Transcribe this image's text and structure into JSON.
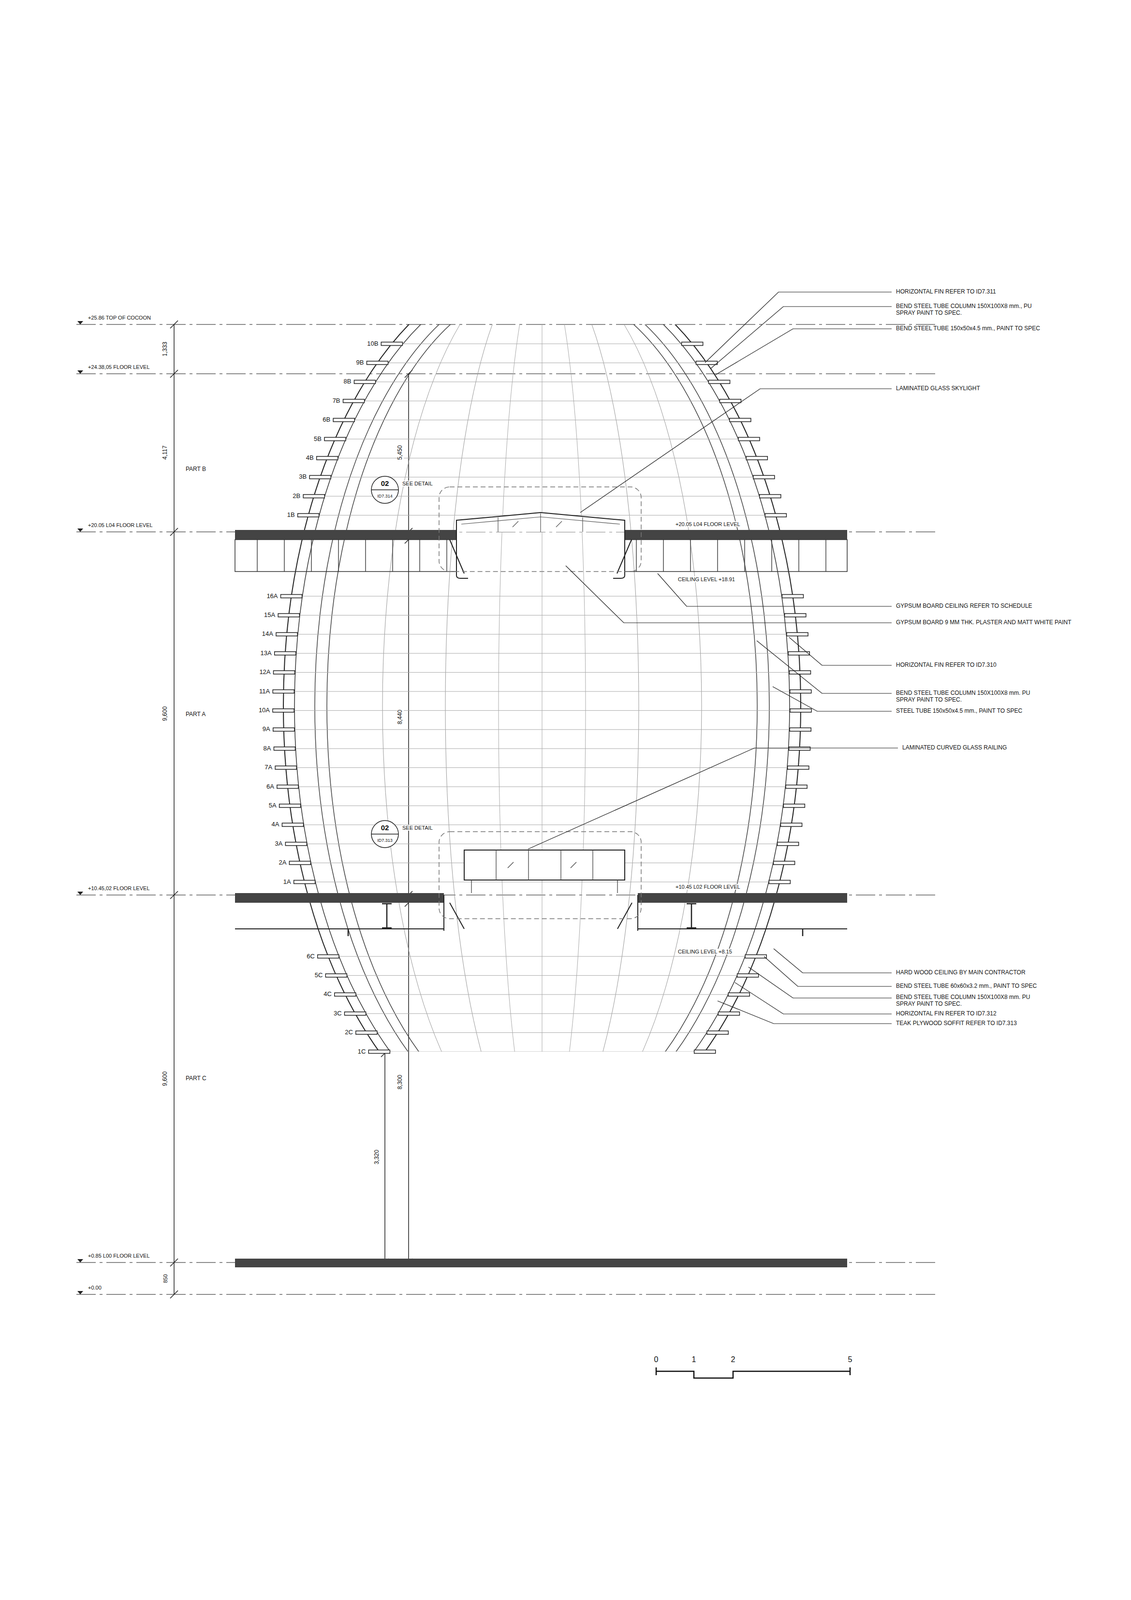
{
  "diagram": {
    "labels": [
      "+25.86 TOP OF COCOON",
      "1,333",
      "+24.38,05 FLOOR LEVEL",
      "4,117",
      "PART B",
      "+20.05 L04 FLOOR LEVEL",
      "9,600",
      "PART A",
      "+10.45,02 FLOOR LEVEL",
      "9,600",
      "PART C",
      "+0.85 L00 FLOOR LEVEL",
      "850",
      "+0.00",
      "10B",
      "9B",
      "8B",
      "7B",
      "6B",
      "5B",
      "4B",
      "3B",
      "2B",
      "1B",
      "16A",
      "15A",
      "14A",
      "13A",
      "12A",
      "11A",
      "10A",
      "9A",
      "8A",
      "7A",
      "6A",
      "5A",
      "4A",
      "3A",
      "2A",
      "1A",
      "6C",
      "5C",
      "4C",
      "3C",
      "2C",
      "1C",
      "5,450",
      "02",
      "ID7.314",
      "SEE DETAIL",
      "+20.05 L04 FLOOR LEVEL",
      "CEILING LEVEL +18.91",
      "8,440",
      "02",
      "ID7.313",
      "SEE DETAIL",
      "+10.45 L02 FLOOR LEVEL",
      "CEILING LEVEL +8.15",
      "8,300",
      "3,320",
      "HORIZONTAL FIN REFER TO ID7.311",
      "BEND STEEL TUBE COLUMN 150X100X8 mm., PU SPRAY PAINT TO SPEC.",
      "BEND STEEL TUBE 150x50x4.5 mm., PAINT TO SPEC",
      "LAMINATED GLASS SKYLIGHT",
      "GYPSUM BOARD CEILING REFER TO SCHEDULE",
      "GYPSUM BOARD 9 MM THK. PLASTER AND MATT WHITE PAINT",
      "HORIZONTAL FIN REFER TO ID7.310",
      "BEND STEEL TUBE COLUMN 150X100X8 mm. PU SPRAY PAINT TO SPEC.",
      "STEEL TUBE 150x50x4.5 mm., PAINT TO SPEC",
      "LAMINATED CURVED GLASS RAILING",
      "HARD WOOD CEILING BY MAIN CONTRACTOR",
      "BEND STEEL TUBE 60x60x3.2 mm., PAINT TO SPEC",
      "BEND STEEL TUBE COLUMN 150X100X8 mm. PU SPRAY PAINT TO SPEC.",
      "HORIZONTAL FIN REFER TO ID7.312",
      "TEAK PLYWOOD SOFFIT REFER TO ID7.313",
      "0",
      "1",
      "2",
      "5"
    ]
  }
}
